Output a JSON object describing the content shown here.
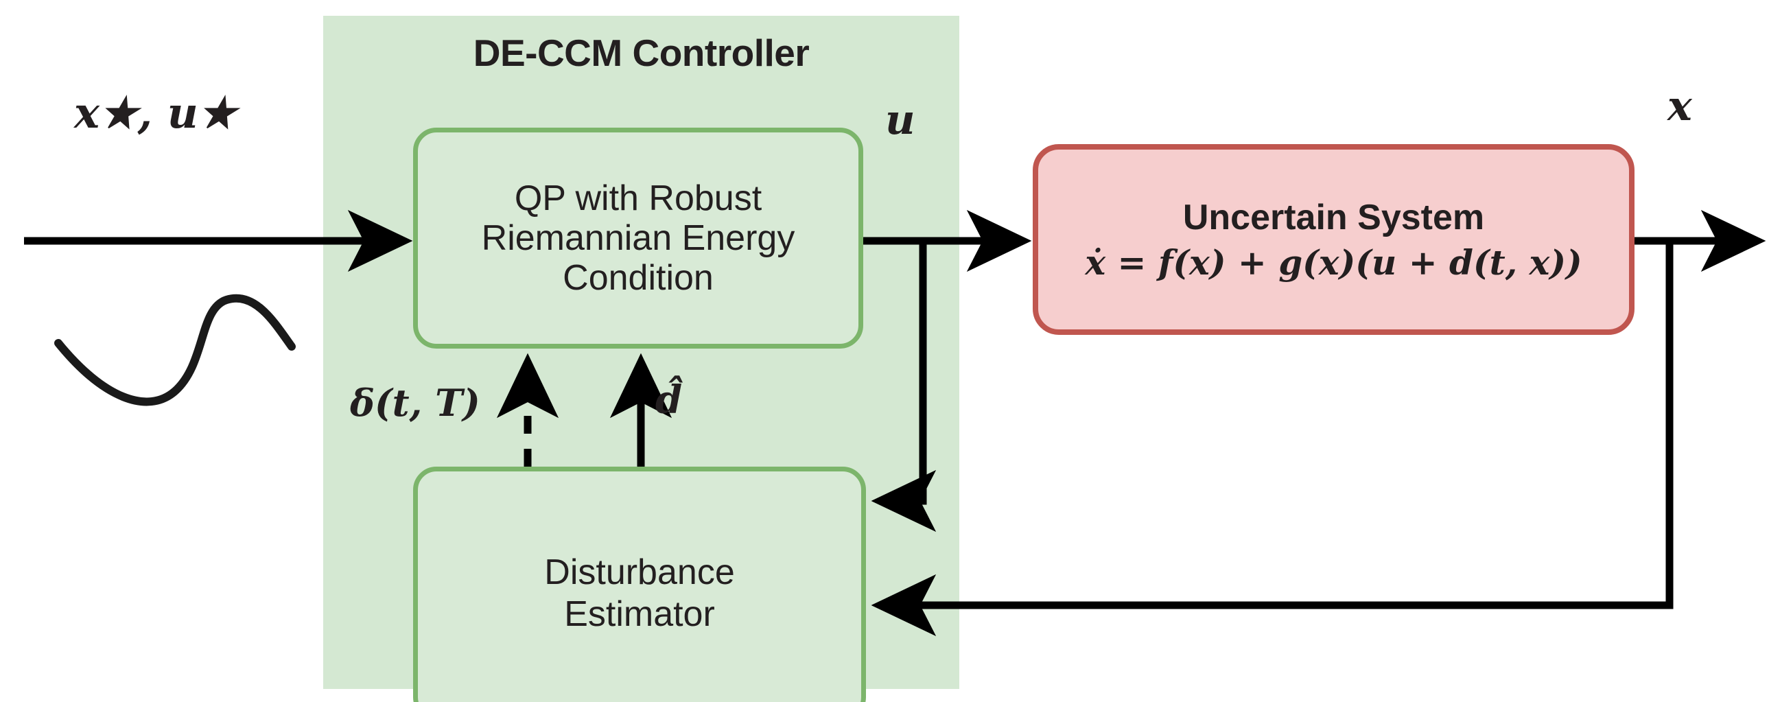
{
  "figure": {
    "type": "control-block-diagram",
    "title": "DE-CCM Controller block diagram",
    "background": "#ffffff"
  },
  "colors": {
    "panel_fill": "#d4e8d2",
    "block_green_fill": "#d8ead6",
    "block_green_border": "#7cb56b",
    "block_red_fill": "#f6cece",
    "block_red_border": "#c0564f",
    "line": "#000000",
    "text": "#231f20"
  },
  "controller_panel": {
    "title": "DE-CCM Controller",
    "blocks": [
      {
        "id": "qp",
        "lines": [
          "QP with Robust",
          "Riemannian Energy",
          "Condition"
        ]
      },
      {
        "id": "disturbance_estimator",
        "lines": [
          "Disturbance",
          "Estimator"
        ]
      }
    ]
  },
  "plant": {
    "title": "Uncertain System",
    "equation": "ẋ = f(x) + g(x)(u + d(t, x))",
    "equation_parts": {
      "lhs": "ẋ",
      "eq": "=",
      "f": "f(x)",
      "plus": "+",
      "g": "g(x)",
      "input": "(u + d(t, x))"
    }
  },
  "signals": {
    "reference": {
      "label": "x★, u★",
      "label_plain": "x*, u*",
      "base": "x, u",
      "superscript": "★",
      "description": "reference state and input into QP block"
    },
    "control": {
      "label": "u",
      "description": "control input from QP to uncertain system, branched to disturbance estimator"
    },
    "state": {
      "label": "x",
      "description": "system state output, fed back to disturbance estimator"
    },
    "uncertainty_bound": {
      "label": "δ(t, T)",
      "label_plain": "delta(t, T)",
      "style": "dashed",
      "description": "estimation-error bound from disturbance estimator to QP"
    },
    "disturbance_estimate": {
      "label": "d̂",
      "label_plain": "d-hat",
      "style": "solid",
      "description": "disturbance estimate from disturbance estimator to QP"
    }
  },
  "decorations": {
    "reference_trajectory_squiggle": "hand-drawn S-shaped reference trajectory curve under the x*, u* arrow"
  }
}
